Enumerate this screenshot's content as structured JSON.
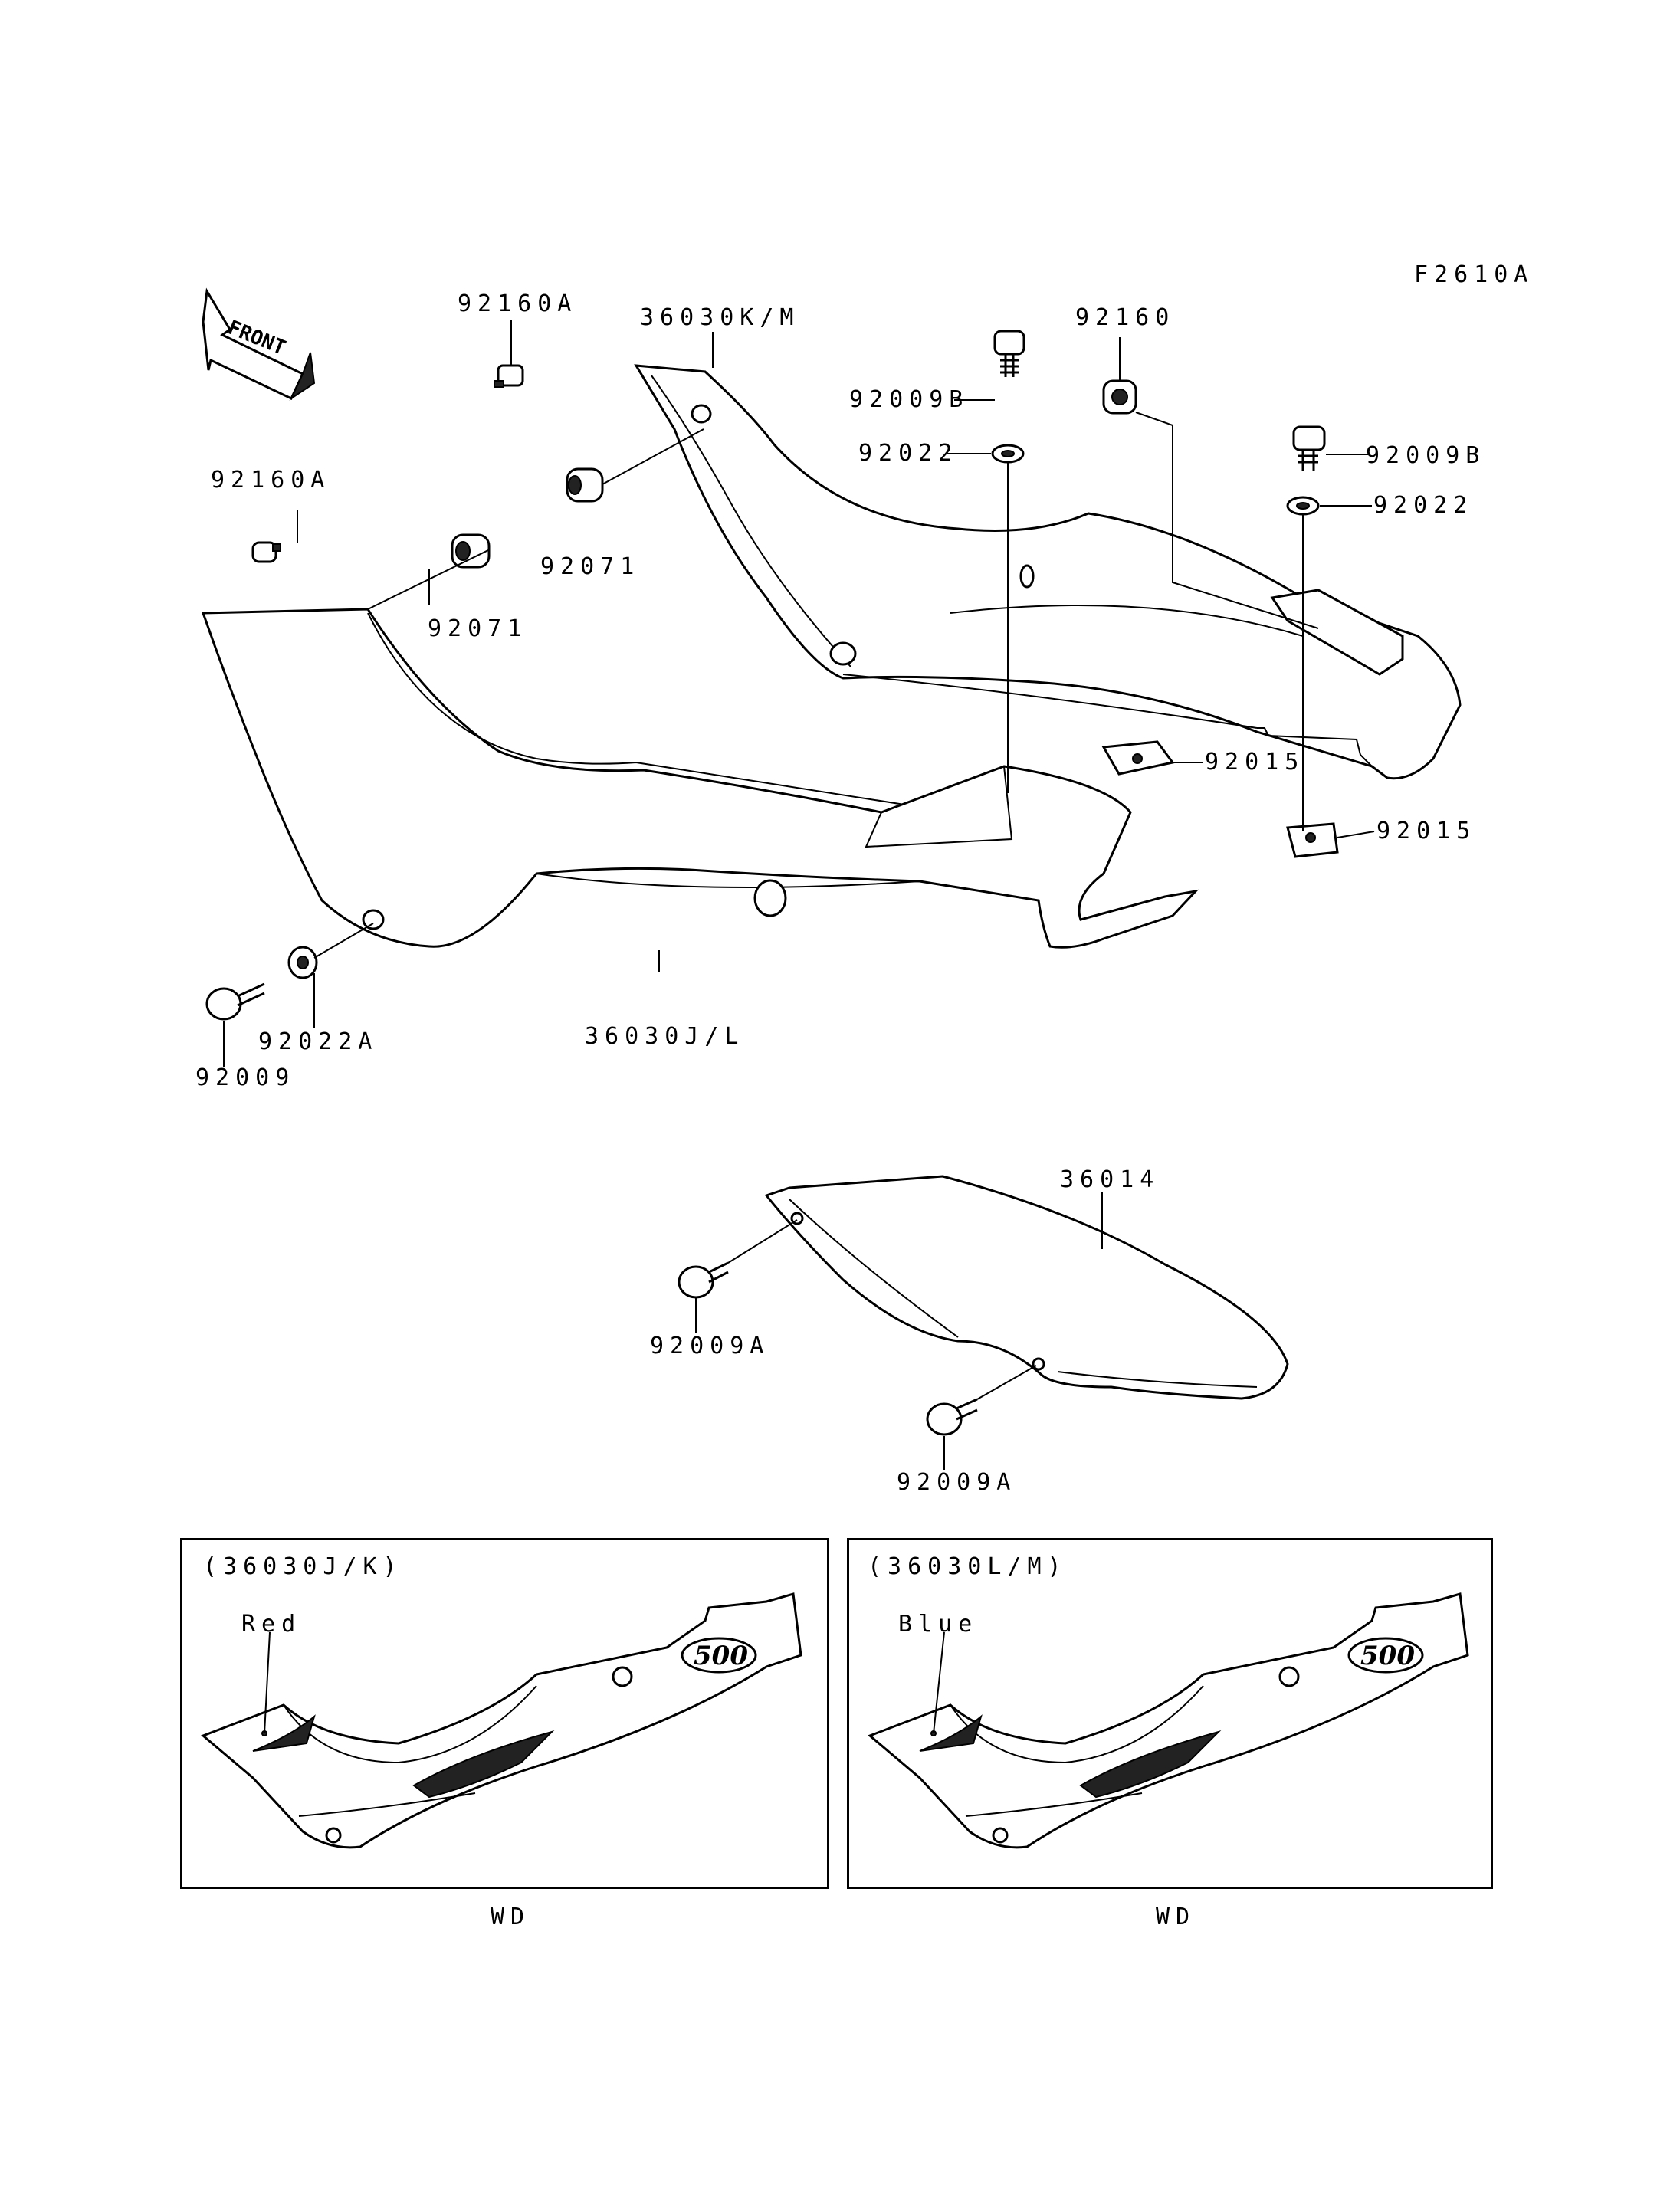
{
  "figure_code": "F2610A",
  "front_label": "FRONT",
  "labels": {
    "p92160A_top": "92160A",
    "p92160A_left": "92160A",
    "p36030KM": "36030K/M",
    "p92160": "92160",
    "p92009B_mid": "92009B",
    "p92022_mid": "92022",
    "p92009B_right": "92009B",
    "p92022_right": "92022",
    "p92071_mid": "92071",
    "p92071_left": "92071",
    "p92015_mid": "92015",
    "p92015_right": "92015",
    "p92022A": "92022A",
    "p92009": "92009",
    "p36030JL": "36030J/L",
    "p36014": "36014",
    "p92009A_top": "92009A",
    "p92009A_bottom": "92009A"
  },
  "panels": [
    {
      "title": "(36030J/K)",
      "color_label": "Red",
      "caption": "WD",
      "badge": "500"
    },
    {
      "title": "(36030L/M)",
      "color_label": "Blue",
      "caption": "WD",
      "badge": "500"
    }
  ]
}
